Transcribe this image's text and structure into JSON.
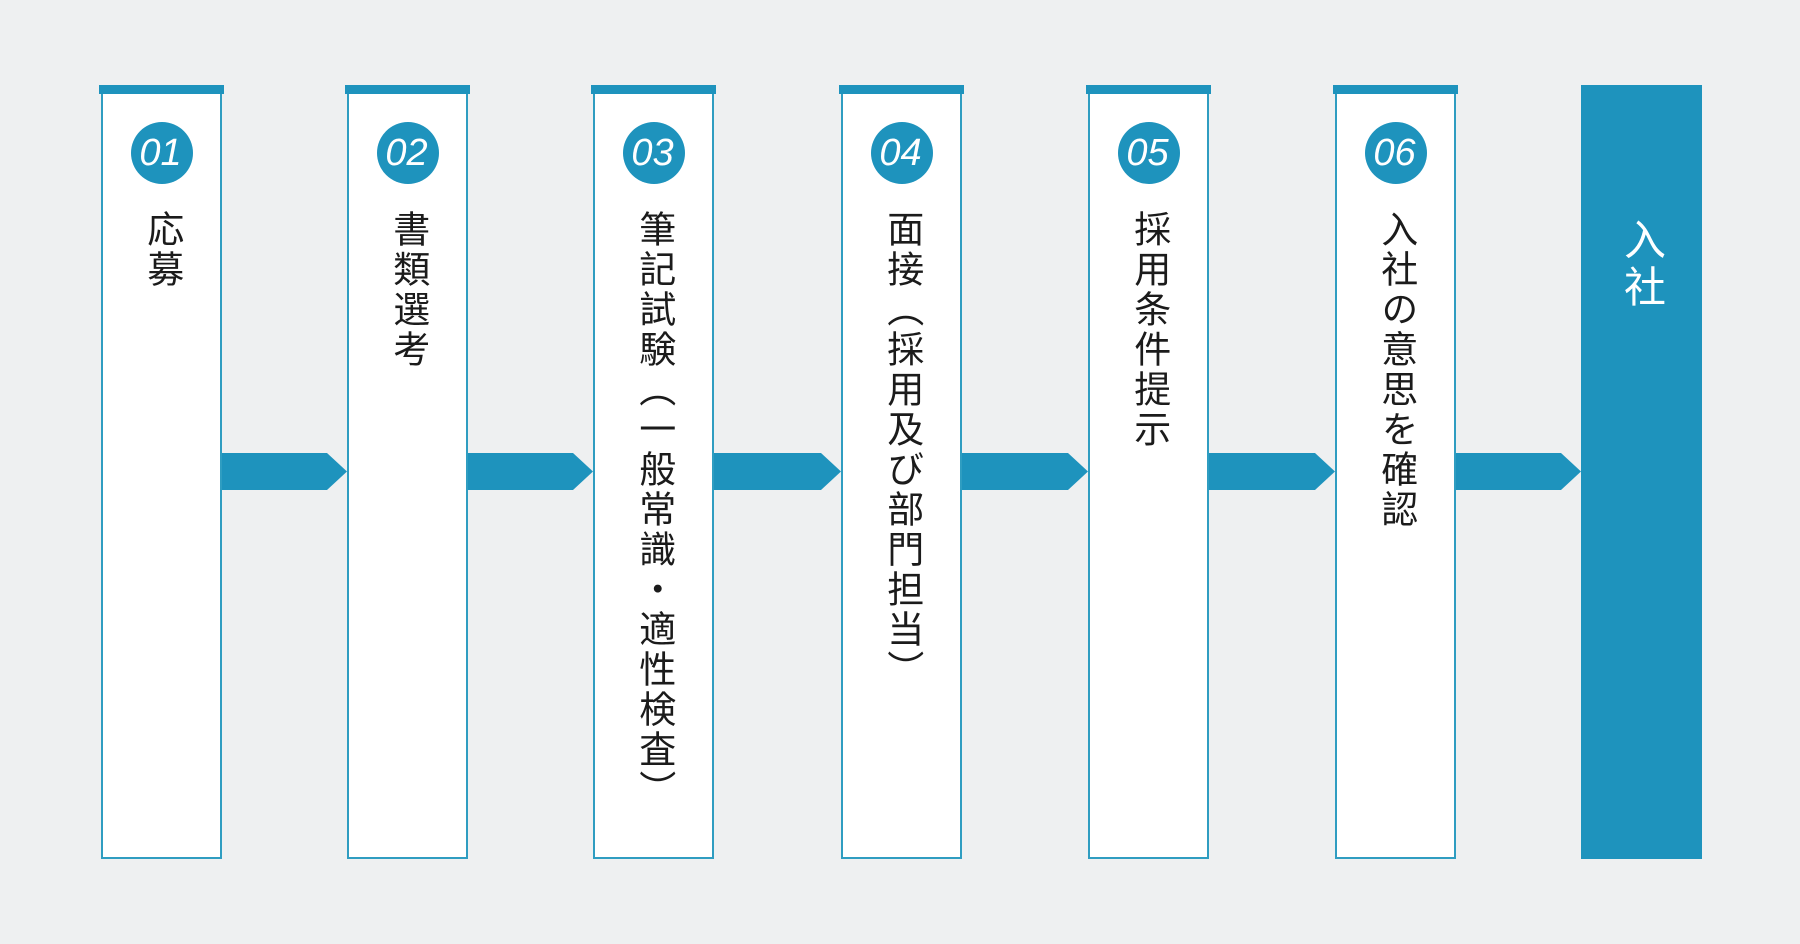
{
  "colors": {
    "background": "#eef0f1",
    "accent": "#1e93bd",
    "card_border": "#2f9dc1",
    "text": "#1b1b1b",
    "badge_text": "#ffffff",
    "final_text": "#ffffff"
  },
  "steps": [
    {
      "number": "01",
      "label": "応募"
    },
    {
      "number": "02",
      "label": "書類選考"
    },
    {
      "number": "03",
      "label": "筆記試験（一般常識・適性検査）"
    },
    {
      "number": "04",
      "label": "面接（採用及び部門担当）"
    },
    {
      "number": "05",
      "label": "採用条件提示"
    },
    {
      "number": "06",
      "label": "入社の意思を確認"
    }
  ],
  "final_step": {
    "label": "入社"
  }
}
